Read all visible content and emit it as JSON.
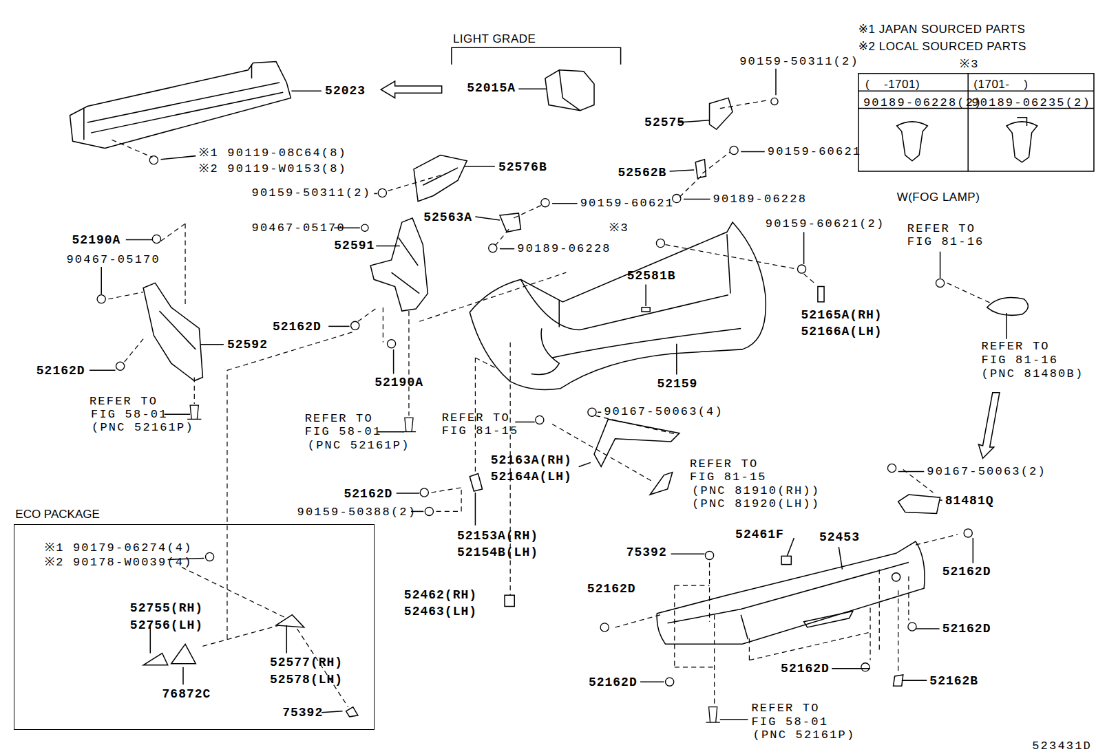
{
  "diagram": {
    "nodes": [
      {
        "text": [
          "ECO PACKAGE"
        ]
      }
    ],
    "labels": [
      "※1 JAPAN SOURCED PARTS",
      "※2 LOCAL SOURCED PARTS",
      "※3",
      "(    -1701)",
      "(1701-    )",
      "90189-06228(2)",
      "90189-06235(2)",
      "LIGHT GRADE",
      "52023",
      "52015A",
      "90159-50311(2)",
      "52575",
      "※1 90119-08C64(8)",
      "※2 90119-W0153(8)",
      "52576B",
      "52562B",
      "90159-60621",
      "90159-50311(2)",
      "90189-06228",
      "52563A",
      "90159-60621",
      "W(FOG LAMP)",
      "90467-05170",
      "※3",
      "90159-60621(2)",
      "REFER TO",
      "FIG 81-16",
      "52190A",
      "52591",
      "90189-06228",
      "90467-05170",
      "52581B",
      "52165A(RH)",
      "52166A(LH)",
      "52162D",
      "REFER TO",
      "FIG 81-16",
      "(PNC 81480B)",
      "52592",
      "52162D",
      "52159",
      "52190A",
      "REFER TO",
      "FIG 58-01",
      "(PNC 52161P)",
      "90167-50063(4)",
      "REFER TO",
      "FIG 58-01",
      "(PNC 52161P)",
      "REFER TO",
      "FIG 81-15",
      "52163A(RH)",
      "52164A(LH)",
      "REFER TO",
      "FIG 81-15",
      "(PNC 81910(RH))",
      "(PNC 81920(LH))",
      "90167-50063(2)",
      "52162D",
      "90159-50388(2)",
      "81481Q",
      "52153A(RH)",
      "52154B(LH)",
      "52461F",
      "52453",
      "※1 90179-06274(4)",
      "※2 90178-W0039(4)",
      "75392",
      "52162D",
      "52462(RH)",
      "52463(LH)",
      "52162D",
      "52755(RH)",
      "52756(LH)",
      "52162D",
      "52577(RH)",
      "52578(LH)",
      "52162D",
      "76872C",
      "52162D",
      "52162B",
      "REFER TO",
      "FIG 58-01",
      "(PNC 52161P)",
      "75392",
      "523431D"
    ]
  }
}
